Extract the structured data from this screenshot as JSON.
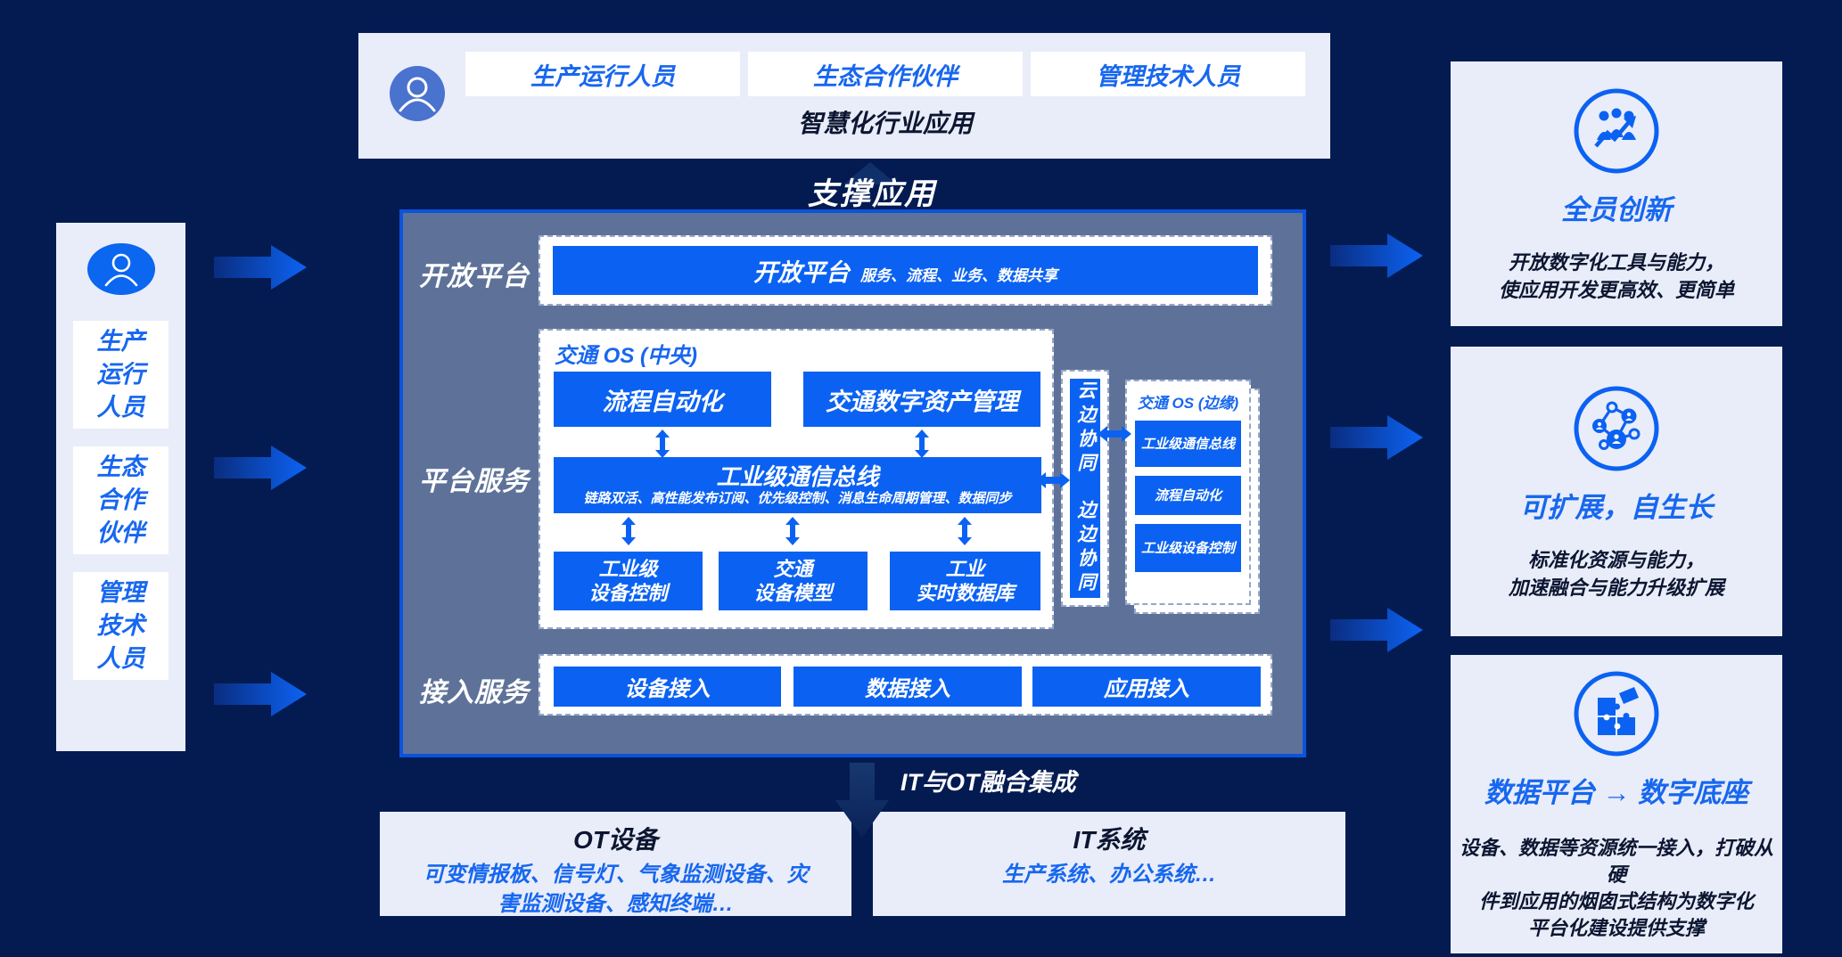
{
  "colors": {
    "background": "#041b52",
    "accent_blue": "#0b62f2",
    "accent_text_blue": "#1767ef",
    "container_fill": "#5e7299",
    "container_border": "#0b53dc",
    "light_panel": "#e9edf9",
    "dark_text": "#0c1631",
    "banner_avatar_blue": "#4a72cf"
  },
  "banner": {
    "roles": [
      "生产运行人员",
      "生态合作伙伴",
      "管理技术人员"
    ],
    "caption": "智慧化行业应用"
  },
  "support_label": "支撑应用",
  "platform": {
    "open_label": "开放平台",
    "service_label": "平台服务",
    "access_label": "接入服务",
    "open_bar": {
      "title": "开放平台",
      "subtitle": "服务、流程、业务、数据共享"
    },
    "central": {
      "title": "交通 OS (中央)",
      "top_boxes": [
        "流程自动化",
        "交通数字资产管理"
      ],
      "bus": {
        "title": "工业级通信总线",
        "subtitle": "链路双活、高性能发布订阅、优先级控制、消息生命周期管理、数据同步"
      },
      "bottom_boxes": [
        {
          "line1": "工业级",
          "line2": "设备控制"
        },
        {
          "line1": "交通",
          "line2": "设备模型"
        },
        {
          "line1": "工业",
          "line2": "实时数据库"
        }
      ]
    },
    "collaboration": {
      "top": "云边协同",
      "bottom": "边边协同"
    },
    "edge": {
      "title": "交通 OS (边缘)",
      "items": [
        "工业级通信总线",
        "流程自动化",
        "工业级设备控制"
      ]
    },
    "access_items": [
      "设备接入",
      "数据接入",
      "应用接入"
    ]
  },
  "integration_label": "IT与OT融合集成",
  "bottom_boxes": {
    "ot": {
      "title": "OT设备",
      "desc_lines": [
        "可变情报板、信号灯、气象监测设备、灾",
        "害监测设备、感知终端…"
      ]
    },
    "it": {
      "title": "IT系统",
      "desc_lines": [
        "生产系统、办公系统…"
      ]
    }
  },
  "left_panel": {
    "roles": [
      {
        "lines": [
          "生产",
          "运行",
          "人员"
        ]
      },
      {
        "lines": [
          "生态",
          "合作",
          "伙伴"
        ]
      },
      {
        "lines": [
          "管理",
          "技术",
          "人员"
        ]
      }
    ]
  },
  "right_cards": [
    {
      "title": "全员创新",
      "desc_lines": [
        "开放数字化工具与能力，",
        "使应用开发更高效、更简单"
      ]
    },
    {
      "title": "可扩展，自生长",
      "desc_lines": [
        "标准化资源与能力，",
        "加速融合与能力升级扩展"
      ]
    },
    {
      "title": "数据平台 → 数字底座",
      "desc_lines": [
        "设备、数据等资源统一接入，打破从硬",
        "件到应用的烟囱式结构为数字化",
        "平台化建设提供支撑"
      ]
    }
  ]
}
